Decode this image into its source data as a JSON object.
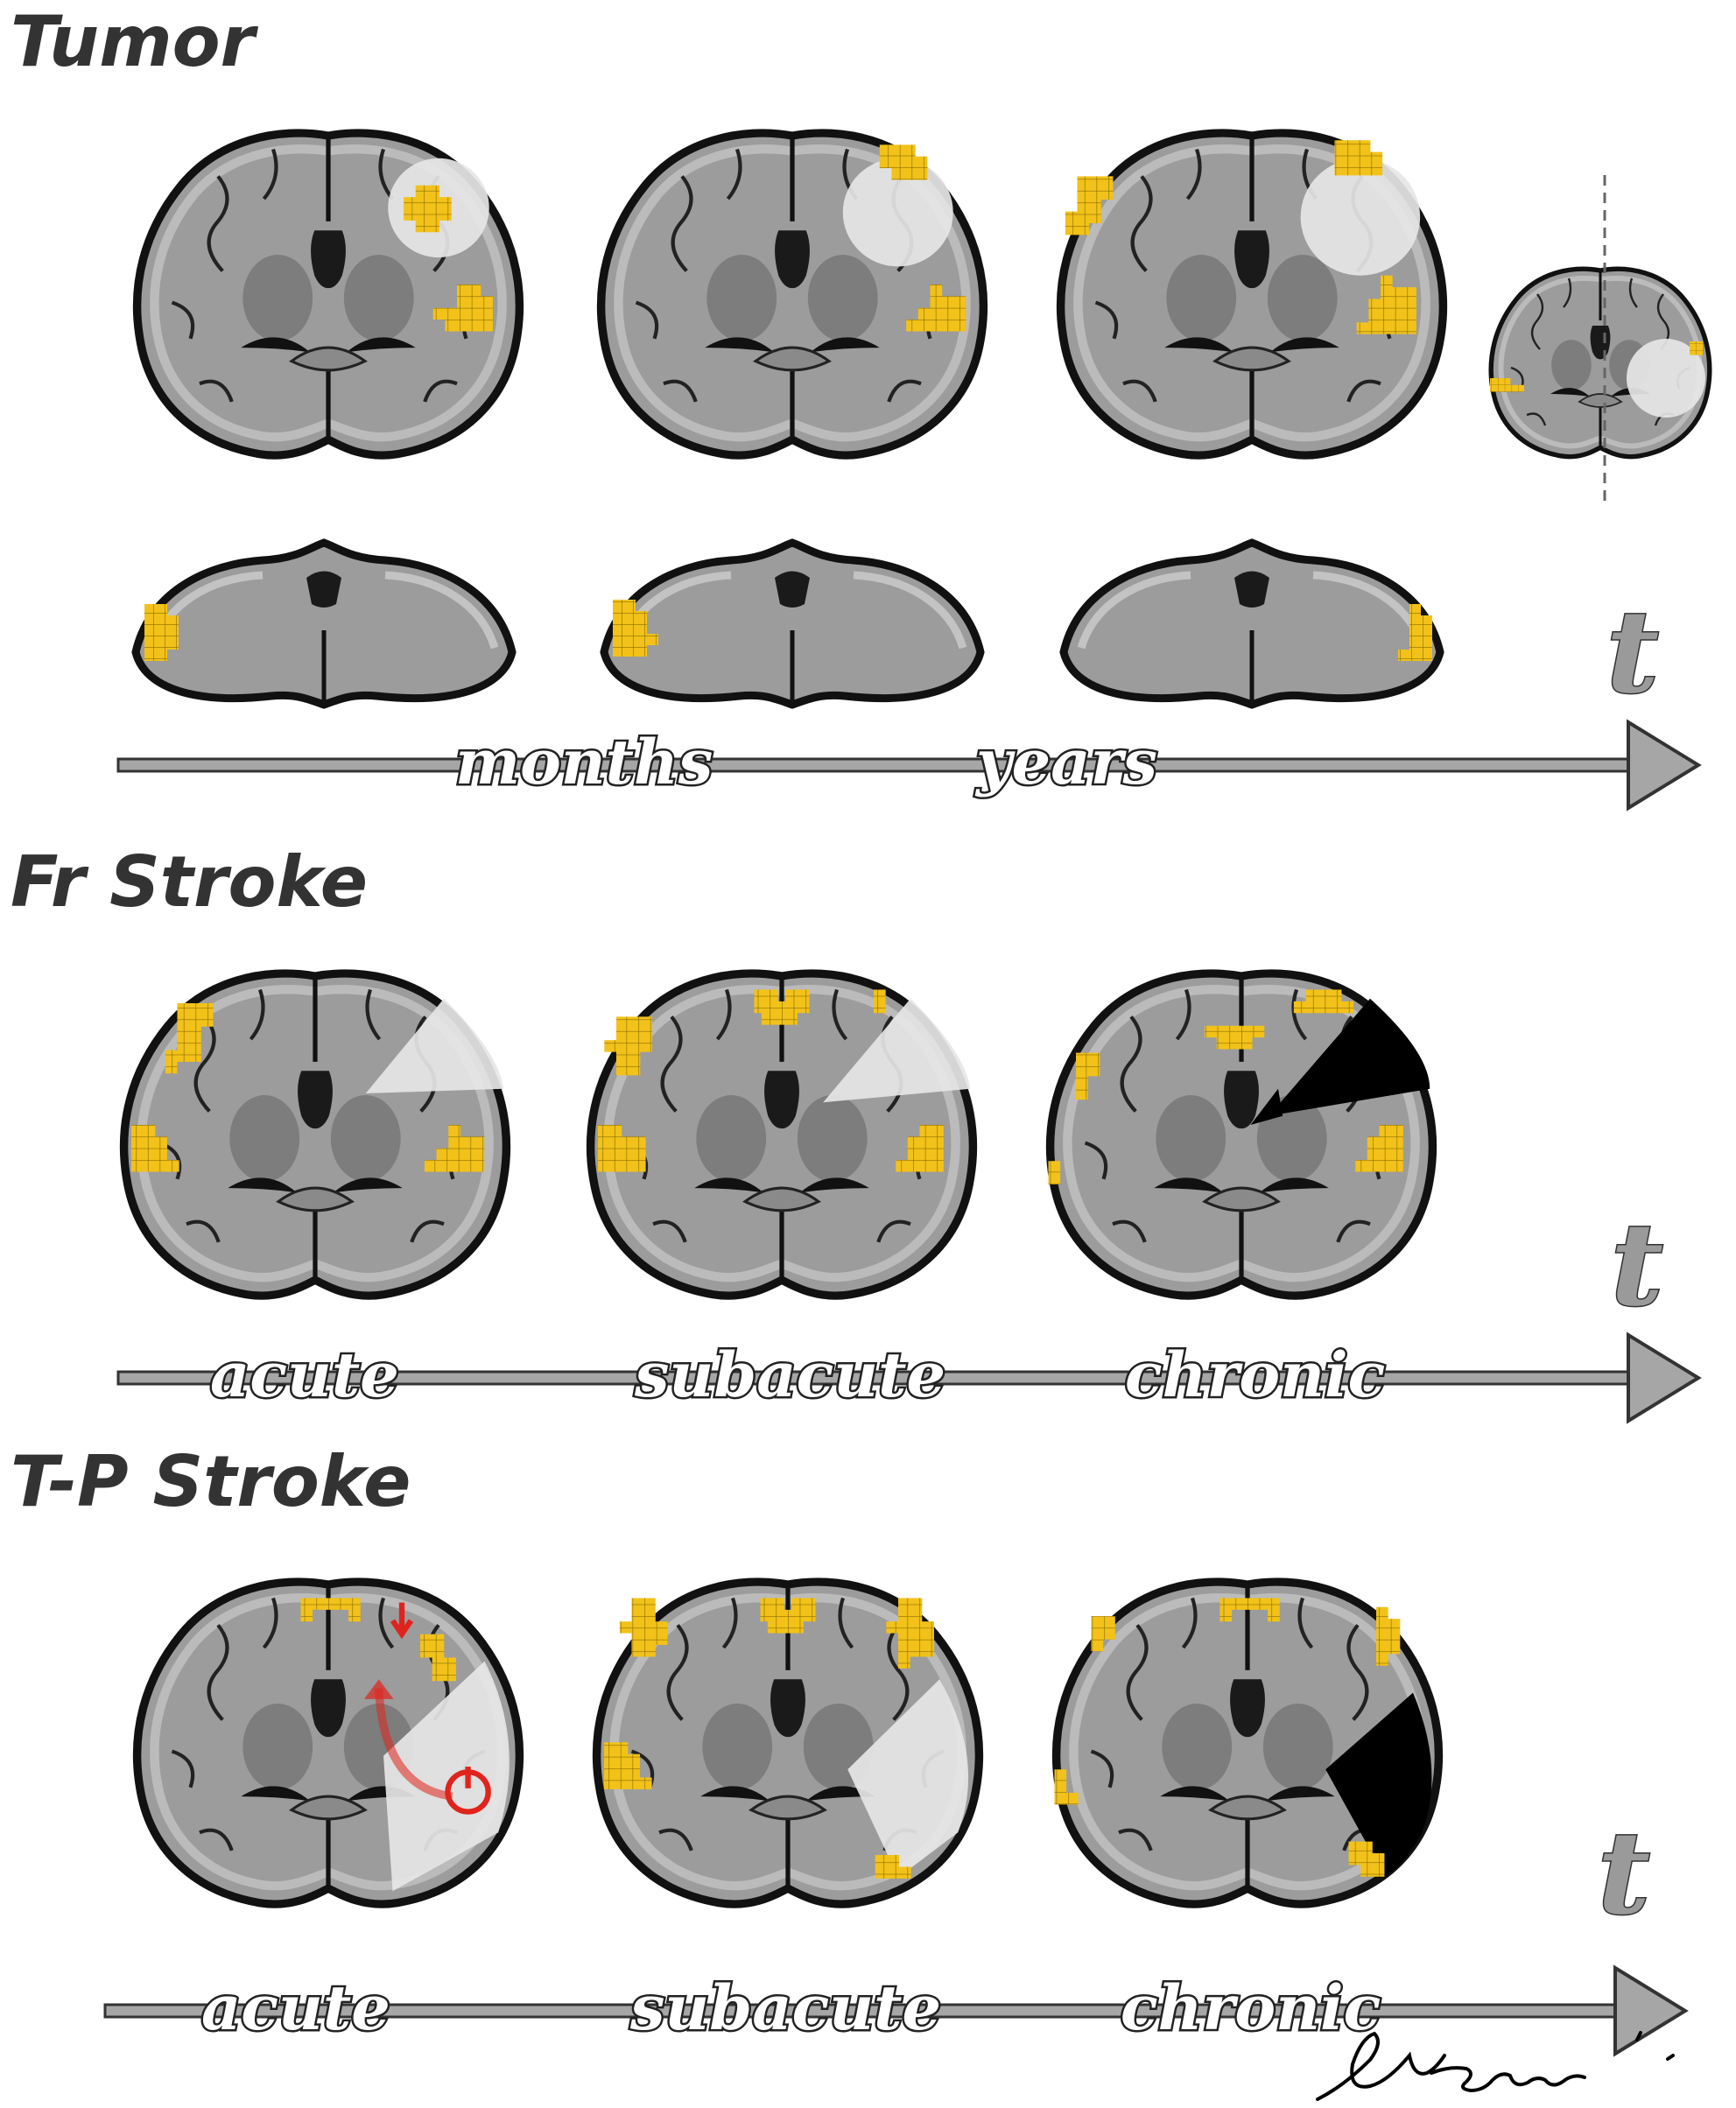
{
  "sections": [
    {
      "title": "Tumor",
      "axis_symbol": "t",
      "phases": [
        "months",
        "years"
      ]
    },
    {
      "title": "Fr Stroke",
      "axis_symbol": "t",
      "phases": [
        "acute",
        "subacute",
        "chronic"
      ]
    },
    {
      "title": "T-P Stroke",
      "axis_symbol": "t",
      "phases": [
        "acute",
        "subacute",
        "chronic"
      ]
    }
  ],
  "signature": "Vinceuti",
  "colors": {
    "brain_gray": "#9c9c9c",
    "cortex_gray": "#bdbdbd",
    "deep_gray": "#7d7d7d",
    "outline": "#111111",
    "activation_yellow": "#f2c21a",
    "lesion_light": "#e6e6e6",
    "lesion_chronic": "#000000",
    "arrow_gray": "#a6a6a6",
    "red_marker": "#e0231c"
  }
}
